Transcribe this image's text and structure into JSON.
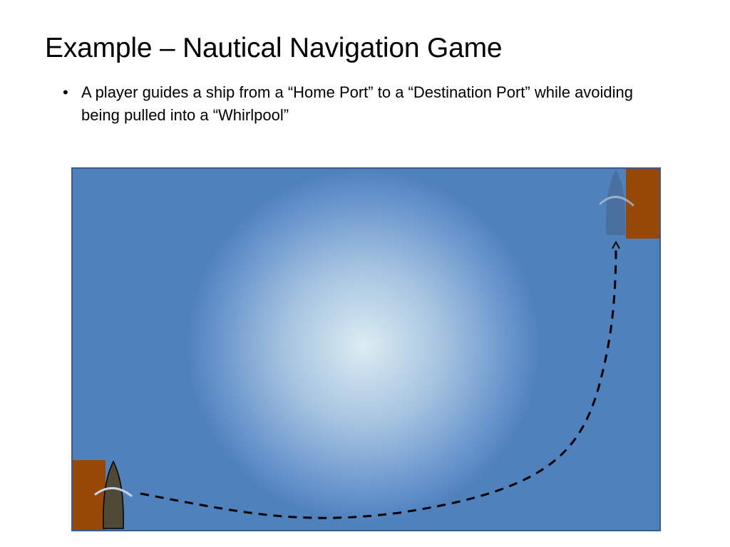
{
  "slide": {
    "title": "Example – Nautical Navigation Game",
    "bullets": [
      {
        "marker": "•",
        "text": "A player guides a ship from a “Home Port” to a “Destination Port” while avoiding being pulled into a “Whirlpool”"
      }
    ]
  },
  "diagram": {
    "elements": {
      "home_port": {
        "kind": "port",
        "color": "#974706"
      },
      "destination_port": {
        "kind": "port",
        "color": "#974706"
      },
      "player_ship": {
        "kind": "ship",
        "color": "#4f4a36"
      },
      "ghost_ship": {
        "kind": "ship",
        "color": "#4a6c98"
      },
      "whirlpool": {
        "kind": "radial-gradient",
        "center_color": "#dcecf2"
      },
      "route": {
        "kind": "dashed-arrow",
        "color": "#000000"
      }
    },
    "colors": {
      "sea": "#4f81bd",
      "sea_border": "#385d8a",
      "ship_outline": "#000000",
      "wave": "#c5d6e8"
    }
  }
}
